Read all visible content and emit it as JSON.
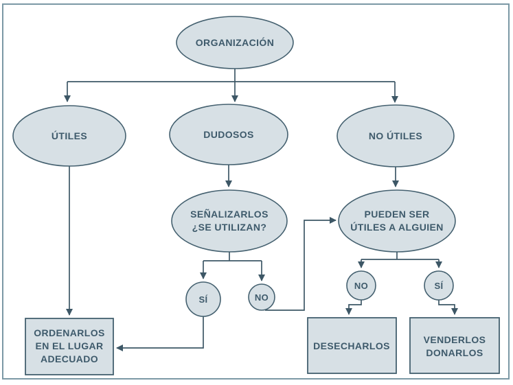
{
  "colors": {
    "shape_fill": "#d7e0e5",
    "shape_stroke": "#44606f",
    "connector": "#3d5766",
    "text": "#3e5a6b",
    "frame_border": "#7b98a5",
    "background": "#ffffff"
  },
  "nodes": {
    "organizacion": {
      "label": "ORGANIZACIÓN"
    },
    "utiles": {
      "label": "ÚTILES"
    },
    "dudosos": {
      "label": "DUDOSOS"
    },
    "no_utiles": {
      "label": "NO ÚTILES"
    },
    "senalizarlos": {
      "line1": "SEÑALIZARLOS",
      "line2": "¿SE UTILIZAN?"
    },
    "pueden_ser": {
      "line1": "PUEDEN SER",
      "line2": "ÚTILES A ALGUIEN"
    },
    "si_dudosos": {
      "label": "SÍ"
    },
    "no_dudosos": {
      "label": "NO"
    },
    "no_alguien": {
      "label": "NO"
    },
    "si_alguien": {
      "label": "SÍ"
    },
    "ordenarlos": {
      "line1": "ORDENARLOS",
      "line2": "EN EL LUGAR",
      "line3": "ADECUADO"
    },
    "desecharlos": {
      "label": "DESECHARLOS"
    },
    "venderlos": {
      "line1": "VENDERLOS",
      "line2": "DONARLOS"
    }
  }
}
